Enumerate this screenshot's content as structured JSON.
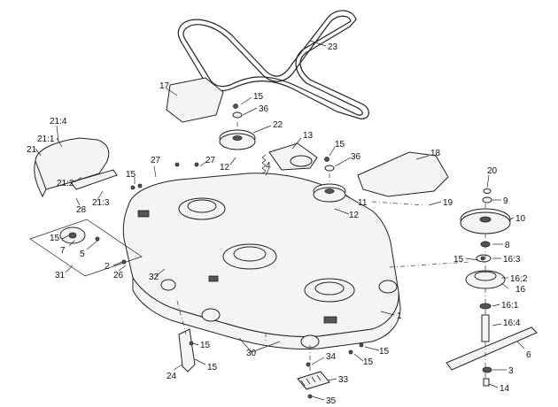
{
  "diagram": {
    "callouts": [
      {
        "id": "c1",
        "text": "1"
      },
      {
        "id": "c2",
        "text": "2"
      },
      {
        "id": "c3",
        "text": "3"
      },
      {
        "id": "c4",
        "text": "4"
      },
      {
        "id": "c5",
        "text": "5"
      },
      {
        "id": "c6",
        "text": "6"
      },
      {
        "id": "c7",
        "text": "7"
      },
      {
        "id": "c8",
        "text": "8"
      },
      {
        "id": "c9",
        "text": "9"
      },
      {
        "id": "c10",
        "text": "10"
      },
      {
        "id": "c11",
        "text": "11"
      },
      {
        "id": "c12a",
        "text": "12"
      },
      {
        "id": "c12b",
        "text": "12"
      },
      {
        "id": "c13",
        "text": "13"
      },
      {
        "id": "c14",
        "text": "14"
      },
      {
        "id": "c15a",
        "text": "15"
      },
      {
        "id": "c15b",
        "text": "15"
      },
      {
        "id": "c15c",
        "text": "15"
      },
      {
        "id": "c15d",
        "text": "15"
      },
      {
        "id": "c15e",
        "text": "15"
      },
      {
        "id": "c15f",
        "text": "15"
      },
      {
        "id": "c15g",
        "text": "15"
      },
      {
        "id": "c15h",
        "text": "15"
      },
      {
        "id": "c15i",
        "text": "15"
      },
      {
        "id": "c16",
        "text": "16"
      },
      {
        "id": "c16_1",
        "text": "16:1"
      },
      {
        "id": "c16_2",
        "text": "16:2"
      },
      {
        "id": "c16_3",
        "text": "16:3"
      },
      {
        "id": "c16_4",
        "text": "16:4"
      },
      {
        "id": "c17",
        "text": "17"
      },
      {
        "id": "c18",
        "text": "18"
      },
      {
        "id": "c19",
        "text": "19"
      },
      {
        "id": "c20",
        "text": "20"
      },
      {
        "id": "c21",
        "text": "21"
      },
      {
        "id": "c21_1",
        "text": "21:1"
      },
      {
        "id": "c21_2",
        "text": "21:2"
      },
      {
        "id": "c21_3",
        "text": "21:3"
      },
      {
        "id": "c21_4",
        "text": "21:4"
      },
      {
        "id": "c22",
        "text": "22"
      },
      {
        "id": "c23",
        "text": "23"
      },
      {
        "id": "c24",
        "text": "24"
      },
      {
        "id": "c26",
        "text": "26"
      },
      {
        "id": "c27a",
        "text": "27"
      },
      {
        "id": "c27b",
        "text": "27"
      },
      {
        "id": "c28",
        "text": "28"
      },
      {
        "id": "c30",
        "text": "30"
      },
      {
        "id": "c31",
        "text": "31"
      },
      {
        "id": "c32",
        "text": "32"
      },
      {
        "id": "c33",
        "text": "33"
      },
      {
        "id": "c34",
        "text": "34"
      },
      {
        "id": "c35",
        "text": "35"
      },
      {
        "id": "c36a",
        "text": "36"
      },
      {
        "id": "c36b",
        "text": "36"
      }
    ]
  }
}
